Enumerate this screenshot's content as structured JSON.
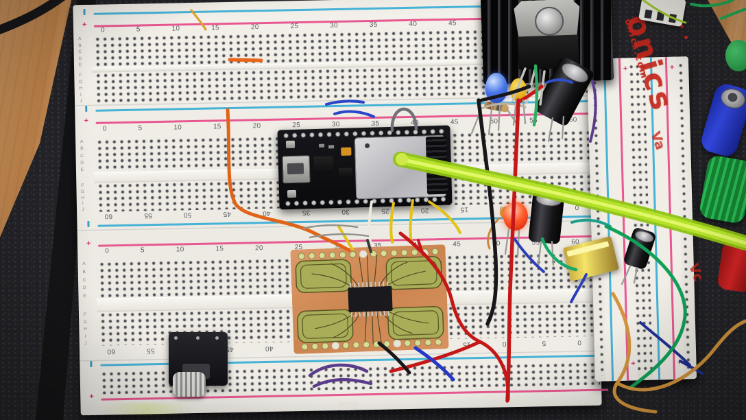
{
  "labels": {
    "logo_primary": "onics",
    "logo_secondary": "onics.com",
    "va": "Va",
    "vc": "Vc",
    "plus": "+"
  },
  "breadboard": {
    "columns": [
      "0",
      "5",
      "10",
      "15",
      "20",
      "25",
      "30",
      "35",
      "40",
      "45",
      "50",
      "55",
      "60"
    ],
    "letters_top_bank": [
      "A",
      "B",
      "C",
      "D",
      "E"
    ],
    "letters_bottom_bank": [
      "F",
      "G",
      "H",
      "I",
      "J"
    ]
  },
  "components": [
    "esp32-dev-board",
    "esp32-rf-shield",
    "micro-usb-port",
    "custom-copper-pcb",
    "ssop-chip",
    "heatsink",
    "to220-transistor",
    "blue-led",
    "red-led",
    "electrolytic-capacitor-large",
    "electrolytic-capacitor-small",
    "ceramic-capacitor-yellow",
    "resistor",
    "audio-jack-3.5mm",
    "green-probe-rod",
    "binding-post-blue",
    "binding-post-green",
    "binding-post-red",
    "jst-connector",
    "jumper-wires"
  ],
  "colors": {
    "board_white": "#f3f0ea",
    "rail_blue": "#45b2d6",
    "rail_pink": "#e85890",
    "copper_pcb": "#d18a58",
    "trace_olive": "#a8ad58",
    "logo_red": "#c6271c",
    "probe_green": "#b4e22a",
    "mat_black": "#232327",
    "wood_desk": "#c8925c",
    "wire_orange": "#e06418",
    "wire_yellow": "#e2c216",
    "wire_red": "#c41818",
    "wire_black": "#17171a",
    "wire_green": "#18a868",
    "wire_blue": "#2a46c8",
    "wire_purple": "#5a3c8c",
    "wire_white": "#eceadf"
  }
}
